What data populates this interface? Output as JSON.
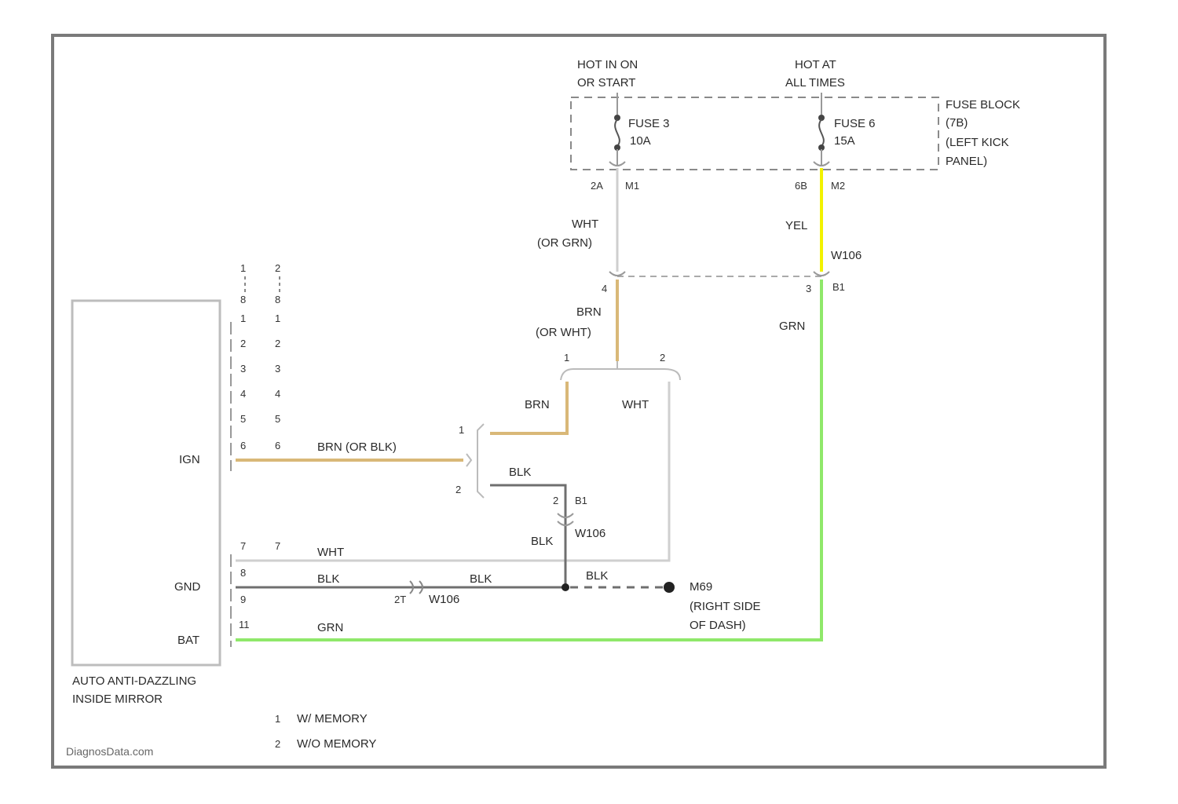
{
  "colors": {
    "frame": "#7a7a7a",
    "wire_yel": "#f2f200",
    "wire_grn": "#8fe86a",
    "wire_brn": "#d9b878",
    "wire_blk": "#6f6f6f",
    "wire_wht": "#cfcfcf",
    "dash": "#8a8a8a"
  },
  "fuse_block": {
    "hot_run_start": [
      "HOT IN ON",
      "OR START"
    ],
    "hot_all_times": [
      "HOT AT",
      "ALL TIMES"
    ],
    "fuse_a": [
      "FUSE 3",
      "10A"
    ],
    "fuse_b": [
      "FUSE 6",
      "15A"
    ],
    "label": [
      "FUSE BLOCK",
      "(7B)",
      "(LEFT KICK",
      "PANEL)"
    ],
    "pins": {
      "a_left": "2A",
      "a_right": "M1",
      "b_left": "6B",
      "b_right": "M2"
    }
  },
  "wires": {
    "wht_or_grn": [
      "WHT",
      "(OR GRN)"
    ],
    "yel": "YEL",
    "brn_or_wht": [
      "BRN",
      "(OR WHT)"
    ],
    "grn_upper": "GRN",
    "brn_mid": "BRN",
    "wht_mid": "WHT",
    "brn_or_blk": "BRN  (OR BLK)",
    "blk_relay": "BLK",
    "blk_splice": "BLK",
    "wht_low": "WHT",
    "blk_low_a": "BLK",
    "blk_low_b": "BLK",
    "blk_low_c": "BLK",
    "grn_low": "GRN"
  },
  "connectors": {
    "w106_upper": "W106",
    "pin4": "4",
    "pin3": "3",
    "b1": "B1",
    "cn_1": "1",
    "cn_2": "2",
    "relay_1": "1",
    "relay_2": "2",
    "w106_lower": "W106",
    "pin_2": "2",
    "pin_b1": "B1",
    "pin_2t": "2T",
    "w106_bottom": "W106"
  },
  "mirror": {
    "title": [
      "AUTO ANTI-DAZZLING",
      "INSIDE MIRROR"
    ],
    "ign": "IGN",
    "gnd": "GND",
    "bat": "BAT",
    "col1": [
      "1",
      "8",
      "1",
      "2",
      "3",
      "4",
      "5",
      "6"
    ],
    "col2": [
      "2",
      "8",
      "1",
      "2",
      "3",
      "4",
      "5",
      "6"
    ],
    "lower1": [
      "7",
      "8",
      "9",
      "11"
    ],
    "lower2": [
      "7"
    ]
  },
  "ground": {
    "id": "M69",
    "desc": [
      "(RIGHT SIDE",
      "OF DASH)"
    ]
  },
  "notes": [
    {
      "num": "1",
      "text": "W/ MEMORY"
    },
    {
      "num": "2",
      "text": "W/O MEMORY"
    }
  ],
  "watermark": "DiagnosData.com"
}
